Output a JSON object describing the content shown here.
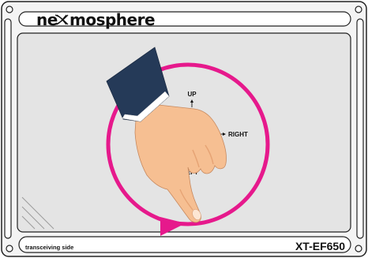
{
  "header": {
    "brand_prefix": "ne",
    "brand_suffix": "mosphere"
  },
  "directions": {
    "up": "UP",
    "right": "RIGHT",
    "left": "LEFT"
  },
  "footer": {
    "side_label": "transceiving side",
    "model": "XT-EF650"
  },
  "colors": {
    "frame": "#f4f4f4",
    "panel": "#e4e4e4",
    "circle": "#e6198c",
    "sleeve": "#253a58",
    "skin": "#f6bf92",
    "skin_shadow": "#e6a374",
    "outline": "#222222"
  }
}
